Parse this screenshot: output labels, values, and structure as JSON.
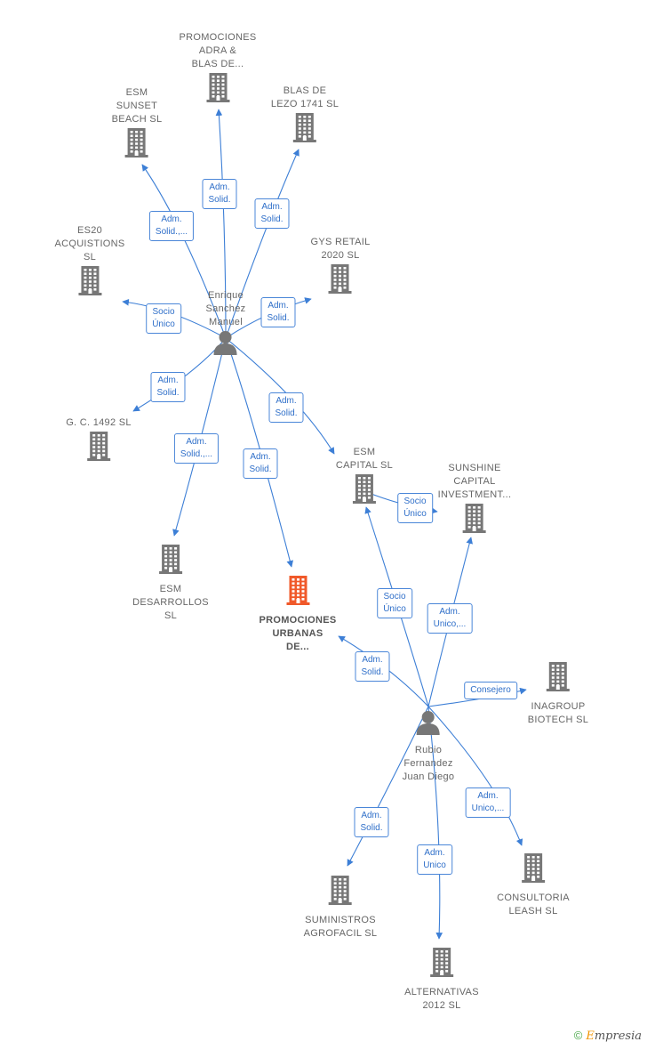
{
  "nodes": [
    {
      "id": "promociones_adra",
      "label": "PROMOCIONES\nADRA &\nBLAS DE...",
      "kind": "company"
    },
    {
      "id": "esm_sunset",
      "label": "ESM\nSUNSET\nBEACH  SL",
      "kind": "company"
    },
    {
      "id": "blas_lezo",
      "label": "BLAS DE\nLEZO 1741  SL",
      "kind": "company"
    },
    {
      "id": "es20",
      "label": "ES20\nACQUISTIONS\nSL",
      "kind": "company"
    },
    {
      "id": "gys_retail",
      "label": "GYS RETAIL\n2020  SL",
      "kind": "company"
    },
    {
      "id": "enrique",
      "label": "Enrique\nSanchez\nManuel",
      "kind": "person"
    },
    {
      "id": "gc1492",
      "label": "G.  C. 1492  SL",
      "kind": "company"
    },
    {
      "id": "esm_capital",
      "label": "ESM\nCAPITAL  SL",
      "kind": "company"
    },
    {
      "id": "sunshine",
      "label": "SUNSHINE\nCAPITAL\nINVESTMENT...",
      "kind": "company"
    },
    {
      "id": "esm_desarrollos",
      "label": "ESM\nDESARROLLOS\nSL",
      "kind": "company"
    },
    {
      "id": "promociones_urbanas",
      "label": "PROMOCIONES\nURBANAS\nDE...",
      "kind": "focus"
    },
    {
      "id": "inagroup",
      "label": "INAGROUP\nBIOTECH  SL",
      "kind": "company"
    },
    {
      "id": "rubio",
      "label": "Rubio\nFernandez\nJuan Diego",
      "kind": "person"
    },
    {
      "id": "suministros",
      "label": "SUMINISTROS\nAGROFACIL  SL",
      "kind": "company"
    },
    {
      "id": "consultoria",
      "label": "CONSULTORIA\nLEASH SL",
      "kind": "company"
    },
    {
      "id": "alternativas",
      "label": "ALTERNATIVAS\n2012 SL",
      "kind": "company"
    }
  ],
  "edges": [
    {
      "from": "enrique",
      "to": "promociones_adra",
      "label": "Adm.\nSolid."
    },
    {
      "from": "enrique",
      "to": "esm_sunset",
      "label": "Adm.\nSolid.,..."
    },
    {
      "from": "enrique",
      "to": "blas_lezo",
      "label": "Adm.\nSolid."
    },
    {
      "from": "enrique",
      "to": "es20",
      "label": "Socio\nÚnico"
    },
    {
      "from": "enrique",
      "to": "gys_retail",
      "label": "Adm.\nSolid."
    },
    {
      "from": "enrique",
      "to": "gc1492",
      "label": "Adm.\nSolid."
    },
    {
      "from": "enrique",
      "to": "esm_desarrollos",
      "label": "Adm.\nSolid.,..."
    },
    {
      "from": "enrique",
      "to": "promociones_urbanas",
      "label": "Adm.\nSolid."
    },
    {
      "from": "enrique",
      "to": "esm_capital",
      "label": "Adm.\nSolid."
    },
    {
      "from": "esm_capital",
      "to": "sunshine",
      "label": "Socio\nÚnico"
    },
    {
      "from": "rubio",
      "to": "esm_capital",
      "label": "Socio\nÚnico"
    },
    {
      "from": "rubio",
      "to": "sunshine",
      "label": "Adm.\nUnico,..."
    },
    {
      "from": "rubio",
      "to": "promociones_urbanas",
      "label": "Adm.\nSolid."
    },
    {
      "from": "rubio",
      "to": "inagroup",
      "label": "Consejero"
    },
    {
      "from": "rubio",
      "to": "suministros",
      "label": "Adm.\nSolid."
    },
    {
      "from": "rubio",
      "to": "alternativas",
      "label": "Adm.\nUnico"
    },
    {
      "from": "rubio",
      "to": "consultoria",
      "label": "Adm.\nUnico,..."
    }
  ],
  "colors": {
    "edge": "#3d7fd6",
    "company_icon": "#777777",
    "focus_icon": "#f0592a",
    "person_icon": "#777777"
  },
  "footer": {
    "copyright": "©",
    "brand_first": "E",
    "brand_rest": "mpresia"
  }
}
